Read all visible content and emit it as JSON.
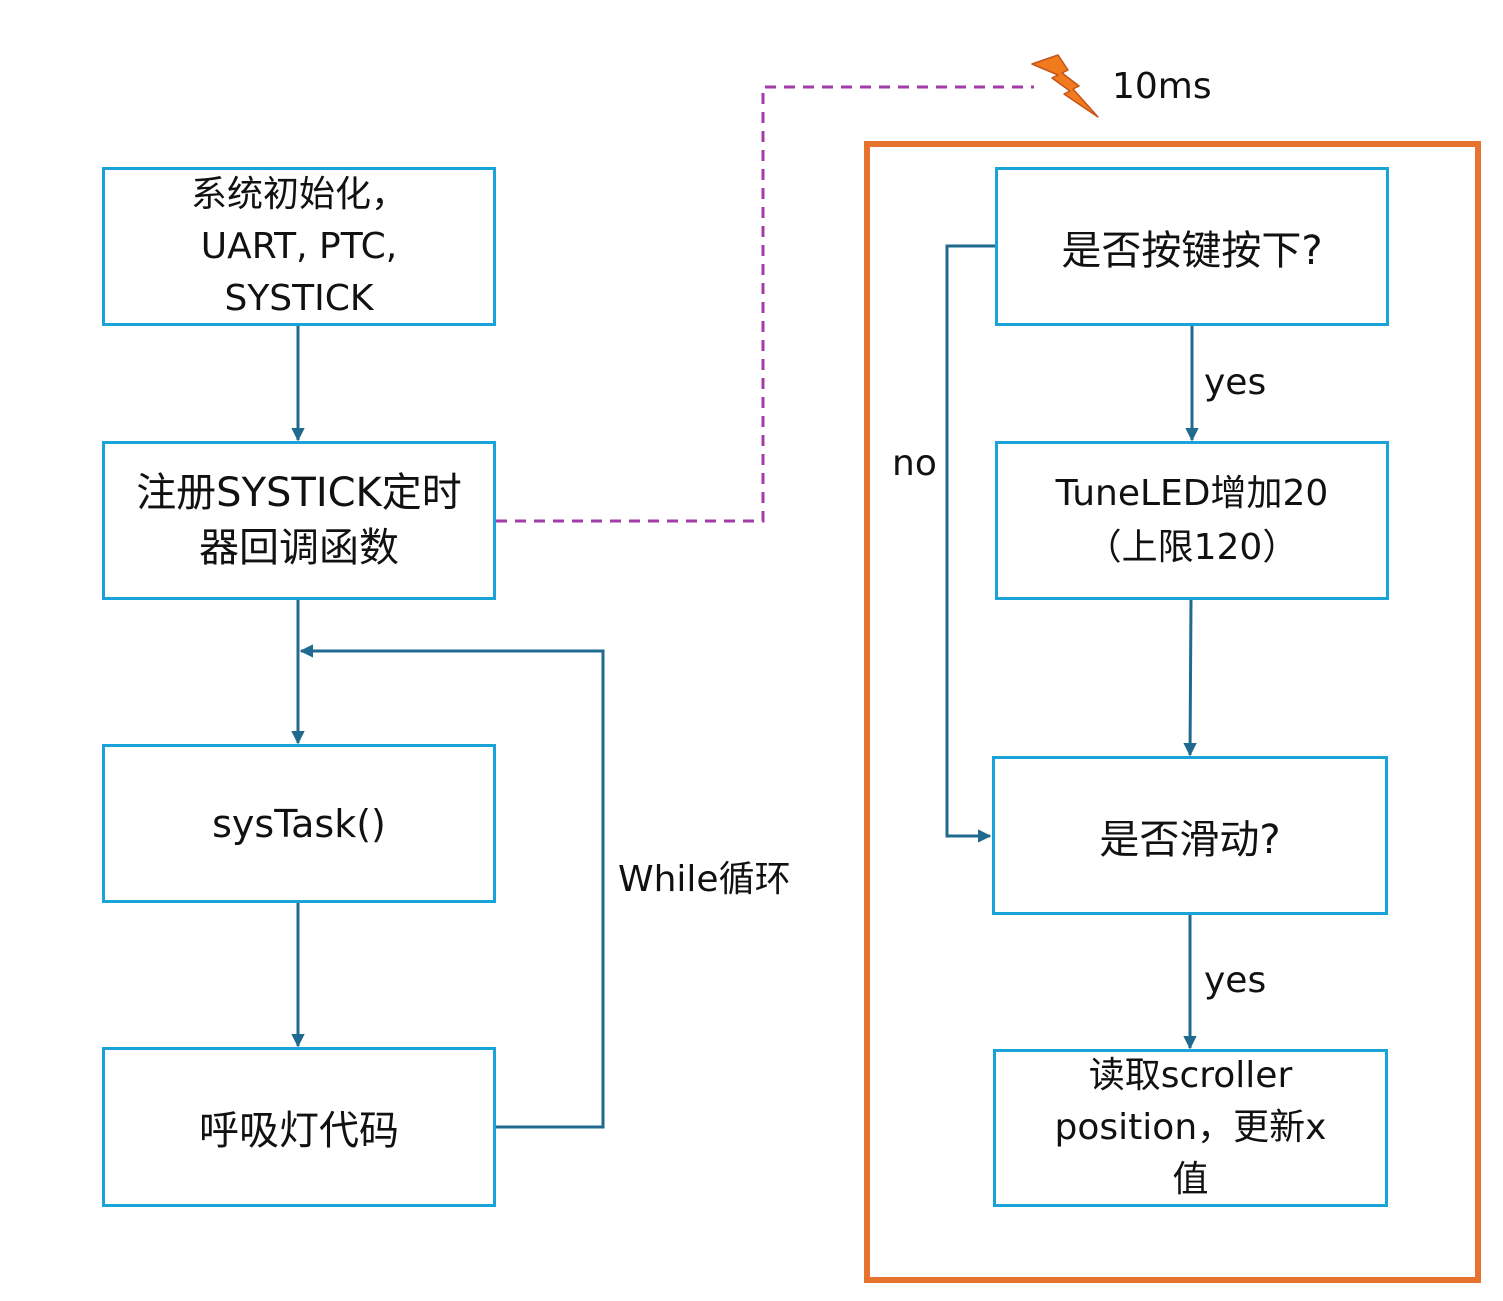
{
  "colors": {
    "box_border": "#1aa3d9",
    "arrow": "#1f6a8e",
    "dashed_link": "#a23ca8",
    "loop_frame": "#e8732e",
    "lightning": "#f07a1c"
  },
  "nodes": {
    "init": "系统初始化，\nUART, PTC,\nSYSTICK",
    "register": "注册SYSTICK定时\n器回调函数",
    "systask": "sysTask()",
    "breathing": "呼吸灯代码",
    "key_pressed": "是否按键按下?",
    "tune_led": "TuneLED增加20\n（上限120）",
    "slide": "是否滑动?",
    "read_scroller": "读取scroller\nposition，更新x\n值"
  },
  "labels": {
    "while_loop": "While循环",
    "timer_period": "10ms",
    "yes_1": "yes",
    "yes_2": "yes",
    "no": "no"
  },
  "icons": {
    "timer": "lightning-icon"
  }
}
